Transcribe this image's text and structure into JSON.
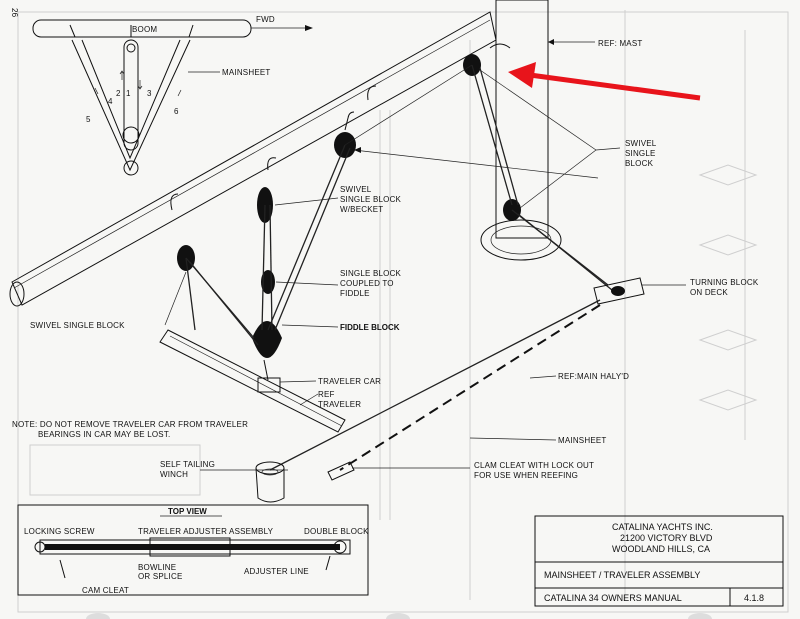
{
  "page_number": "26",
  "labels": {
    "boom": "BOOM",
    "fwd": "FWD",
    "mainsheet_top": "MAINSHEET",
    "ref_mast": "REF: MAST",
    "swivel_single_block_right": "SWIVEL\nSINGLE\nBLOCK",
    "swivel_single_block_becket": "SWIVEL\nSINGLE BLOCK\nW/BECKET",
    "single_block_coupled": "SINGLE BLOCK\nCOUPLED TO\nFIDDLE",
    "fiddle_block": "FIDDLE BLOCK",
    "swivel_single_block_left": "SWIVEL  SINGLE BLOCK",
    "traveler_car": "TRAVELER CAR",
    "ref_traveler": "REF\nTRAVELER",
    "turning_block": "TURNING BLOCK\nON DECK",
    "ref_main_halyd": "REF:MAIN HALY'D",
    "mainsheet_bottom": "MAINSHEET",
    "note": "NOTE:  DO NOT REMOVE TRAVELER CAR FROM TRAVELER\n            BEARINGS IN CAR MAY BE LOST.",
    "self_tailing_winch": "SELF TAILING\nWINCH",
    "clam_cleat": "CLAM CLEAT WITH LOCK OUT\nFOR USE WHEN REEFING",
    "sequence_numbers": [
      "1",
      "2",
      "3",
      "4",
      "5",
      "6"
    ]
  },
  "top_view": {
    "title": "TOP VIEW",
    "locking_screw": "LOCKING SCREW",
    "traveler_adjuster": "TRAVELER ADJUSTER ASSEMBLY",
    "double_block": "DOUBLE BLOCK",
    "bowline": "BOWLINE\nOR SPLICE",
    "adjuster_line": "ADJUSTER LINE",
    "cam_cleat": "CAM CLEAT"
  },
  "title_block": {
    "company": "CATALINA YACHTS INC.",
    "address1": "21200 VICTORY BLVD",
    "address2": "WOODLAND HILLS, CA",
    "drawing_title": "MAINSHEET / TRAVELER  ASSEMBLY",
    "manual": "CATALINA 34   OWNERS MANUAL",
    "section": "4.1.8"
  },
  "colors": {
    "ink": "#111111",
    "arrow": "#e8141b",
    "paper": "#f7f7f5"
  }
}
